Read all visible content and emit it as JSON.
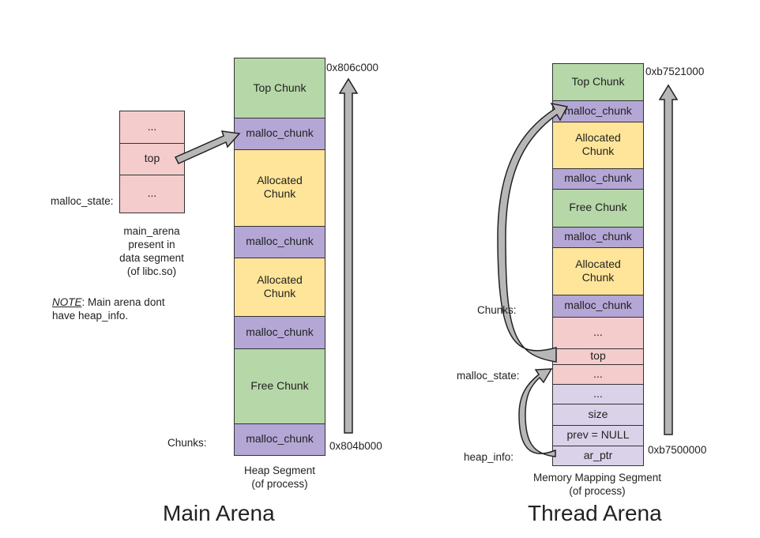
{
  "colors": {
    "green": "#b6d7a8",
    "purple": "#b4a7d6",
    "yellow": "#ffe599",
    "pink": "#f4cccc",
    "lavender": "#d9d2e9",
    "arrow": "#b7b7b7"
  },
  "main_arena": {
    "title": "Main Arena",
    "malloc_state_label": "malloc_state:",
    "malloc_state_rows": [
      "...",
      "top",
      "..."
    ],
    "malloc_state_caption": "main_arena\npresent in\ndata segment\n(of libc.so)",
    "note_prefix": "NOTE",
    "note_text": ": Main arena dont\nhave heap_info.",
    "chunks_label": "Chunks:",
    "heap_blocks": [
      {
        "label": "Top Chunk",
        "color": "green"
      },
      {
        "label": "malloc_chunk",
        "color": "purple"
      },
      {
        "label": "Allocated\nChunk",
        "color": "yellow"
      },
      {
        "label": "malloc_chunk",
        "color": "purple"
      },
      {
        "label": "Allocated\nChunk",
        "color": "yellow"
      },
      {
        "label": "malloc_chunk",
        "color": "purple"
      },
      {
        "label": "Free Chunk",
        "color": "green"
      },
      {
        "label": "malloc_chunk",
        "color": "purple"
      }
    ],
    "addr_top": "0x806c000",
    "addr_bottom": "0x804b000",
    "caption": "Heap Segment\n(of process)"
  },
  "thread_arena": {
    "title": "Thread Arena",
    "chunks_label": "Chunks:",
    "malloc_state_label": "malloc_state:",
    "heap_info_label": "heap_info:",
    "blocks": [
      {
        "label": "Top Chunk",
        "color": "green"
      },
      {
        "label": "malloc_chunk",
        "color": "purple"
      },
      {
        "label": "Allocated\nChunk",
        "color": "yellow"
      },
      {
        "label": "malloc_chunk",
        "color": "purple"
      },
      {
        "label": "Free Chunk",
        "color": "green"
      },
      {
        "label": "malloc_chunk",
        "color": "purple"
      },
      {
        "label": "Allocated\nChunk",
        "color": "yellow"
      },
      {
        "label": "malloc_chunk",
        "color": "purple"
      },
      {
        "label": "...",
        "color": "pink"
      },
      {
        "label": "top",
        "color": "pink"
      },
      {
        "label": "...",
        "color": "pink"
      },
      {
        "label": "...",
        "color": "lavender"
      },
      {
        "label": "size",
        "color": "lavender"
      },
      {
        "label": "prev = NULL",
        "color": "lavender"
      },
      {
        "label": "ar_ptr",
        "color": "lavender"
      }
    ],
    "addr_top": "0xb7521000",
    "addr_bottom": "0xb7500000",
    "caption": "Memory Mapping Segment\n(of process)"
  }
}
